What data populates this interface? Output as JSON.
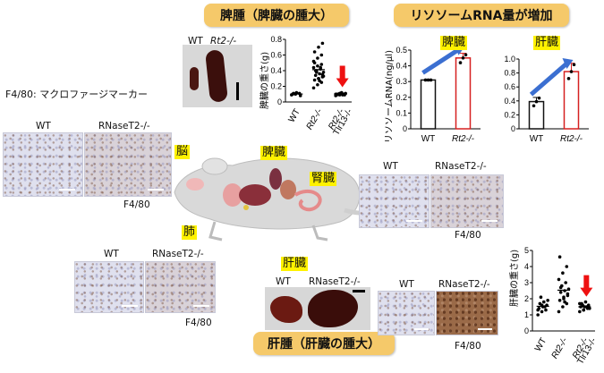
{
  "banners": {
    "splenomegaly": "脾腫（脾臓の腫大）",
    "lysosome_rna": "リソソームRNA量が増加",
    "hepatomegaly": "肝腫（肝臓の腫大）"
  },
  "f480_title": "F4/80: マクロファージマーカー",
  "organs": {
    "brain": "脳",
    "spleen": "脾臓",
    "kidney": "腎臓",
    "lung": "肺",
    "liver": "肝臓",
    "spleen_tag": "脾臓",
    "liver_tag": "肝臓"
  },
  "labels": {
    "wt": "WT",
    "rt2": "Rt2-/-",
    "rnaset2": "RNaseT2-/-",
    "f480": "F4/80",
    "tlr13": "Tlr13-/-"
  },
  "chart_data": [
    {
      "id": "spleen-weight",
      "type": "scatter",
      "ylabel": "脾臓の重さ(g)",
      "ylim": [
        0,
        0.8
      ],
      "yticks": [
        "0",
        "0.2",
        "0.4",
        "0.6",
        "0.8"
      ],
      "categories": [
        "WT",
        "Rt2-/-",
        "Rt2-/- Tlr13-/-"
      ],
      "points": [
        [
          0.09,
          0.1,
          0.11,
          0.1,
          0.12,
          0.08,
          0.11
        ],
        [
          0.18,
          0.22,
          0.25,
          0.28,
          0.3,
          0.32,
          0.34,
          0.36,
          0.38,
          0.4,
          0.42,
          0.44,
          0.46,
          0.48,
          0.5,
          0.3,
          0.35,
          0.4,
          0.27,
          0.33,
          0.38,
          0.44,
          0.52,
          0.56,
          0.6,
          0.64,
          0.7,
          0.75
        ],
        [
          0.08,
          0.09,
          0.1,
          0.1,
          0.11,
          0.09,
          0.1,
          0.12,
          0.11,
          0.1,
          0.09,
          0.1,
          0.11,
          0.1,
          0.09
        ]
      ],
      "arrow_over": "Rt2-/- Tlr13-/-"
    },
    {
      "id": "spleen-rna",
      "type": "bar",
      "title": "脾臓",
      "ylabel": "リソソームRNA(ng/μl)",
      "ylim": [
        0,
        0.5
      ],
      "yticks": [
        "0",
        "0.1",
        "0.2",
        "0.3",
        "0.4",
        "0.5"
      ],
      "categories": [
        "WT",
        "Rt2-/-"
      ],
      "values": [
        0.31,
        0.45
      ],
      "errors": [
        0.005,
        0.03
      ],
      "points": [
        [
          0.31,
          0.31,
          0.31
        ],
        [
          0.42,
          0.45,
          0.47
        ]
      ],
      "colors": [
        "#111111",
        "#d62020"
      ]
    },
    {
      "id": "liver-rna",
      "type": "bar",
      "title": "肝臓",
      "ylim": [
        0,
        1.0
      ],
      "yticks": [
        "0",
        "0.2",
        "0.4",
        "0.6",
        "0.8",
        "1.0"
      ],
      "categories": [
        "WT",
        "Rt2-/-"
      ],
      "values": [
        0.39,
        0.82
      ],
      "errors": [
        0.06,
        0.12
      ],
      "points": [
        [
          0.33,
          0.39,
          0.44
        ],
        [
          0.72,
          0.82,
          0.92
        ]
      ],
      "colors": [
        "#111111",
        "#d62020"
      ]
    },
    {
      "id": "liver-weight",
      "type": "scatter",
      "ylabel": "肝臓の重さ(g)",
      "ylim": [
        0,
        5
      ],
      "yticks": [
        "0",
        "1",
        "2",
        "3",
        "4",
        "5"
      ],
      "categories": [
        "WT",
        "Rt2-/-",
        "Rt2-/- Tlr13-/-"
      ],
      "points": [
        [
          1.0,
          1.2,
          1.3,
          1.4,
          1.5,
          1.6,
          1.7,
          1.8,
          1.9,
          2.1,
          1.5,
          1.3,
          1.6
        ],
        [
          1.2,
          1.5,
          1.7,
          1.9,
          2.0,
          2.2,
          2.4,
          2.5,
          2.6,
          2.8,
          3.0,
          3.2,
          3.6,
          4.0,
          4.6,
          2.1,
          2.3,
          2.7,
          1.8
        ],
        [
          1.2,
          1.3,
          1.4,
          1.5,
          1.5,
          1.6,
          1.7,
          1.8,
          1.4,
          1.6,
          1.5,
          1.7,
          1.3
        ]
      ],
      "arrow_over": "Rt2-/- Tlr13-/-"
    }
  ]
}
